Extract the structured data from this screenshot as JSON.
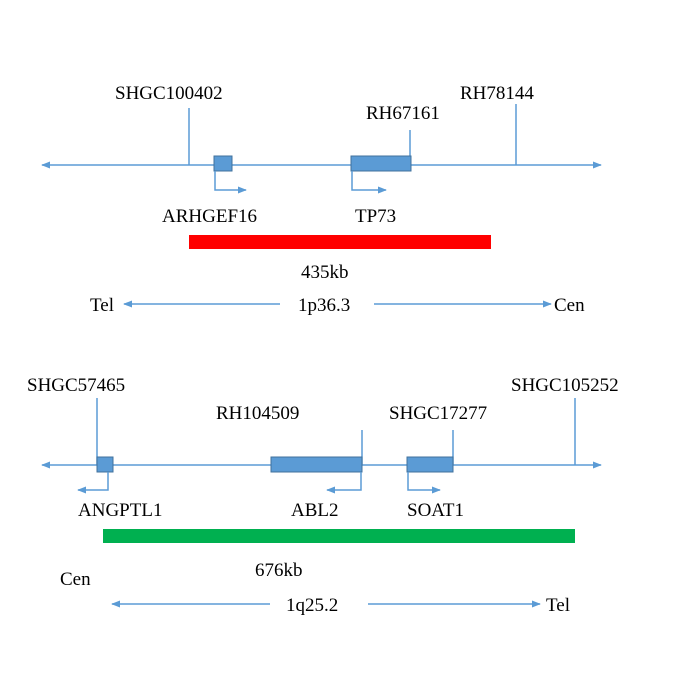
{
  "colors": {
    "line": "#5b9bd5",
    "gene_fill": "#5b9bd5",
    "gene_stroke": "#41719c",
    "bar_top": "#ff0000",
    "bar_bottom": "#00b050"
  },
  "top": {
    "markers": {
      "shgc100402": "SHGC100402",
      "rh67161": "RH67161",
      "rh78144": "RH78144"
    },
    "genes": {
      "arhgef16": "ARHGEF16",
      "tp73": "TP73"
    },
    "region_size": "435kb",
    "orientation": {
      "left": "Tel",
      "band": "1p36.3",
      "right": "Cen"
    }
  },
  "bottom": {
    "markers": {
      "shgc57465": "SHGC57465",
      "rh104509": "RH104509",
      "shgc17277": "SHGC17277",
      "shgc105252": "SHGC105252"
    },
    "genes": {
      "angptl1": "ANGPTL1",
      "abl2": "ABL2",
      "soat1": "SOAT1"
    },
    "region_size": "676kb",
    "orientation": {
      "left": "Cen",
      "band": "1q25.2",
      "right": "Tel"
    }
  }
}
